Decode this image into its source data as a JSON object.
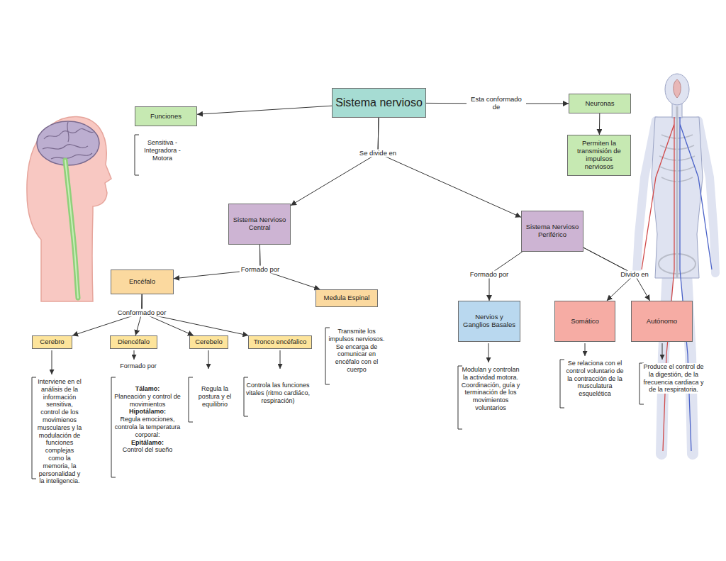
{
  "diagram": {
    "nodes": [
      {
        "text": [
          "Sistema nervioso"
        ]
      },
      {
        "text": [
          "Funciones"
        ]
      },
      {
        "text": [
          "Neuronas"
        ]
      },
      {
        "text": [
          "Permiten la transmisión de impulsos nerviosos"
        ]
      },
      {
        "text": [
          "Sistema Nervioso Central"
        ]
      },
      {
        "text": [
          "Sistema Nervioso Periférico"
        ]
      },
      {
        "text": [
          "Encéfalo"
        ]
      },
      {
        "text": [
          "Medula Espinal"
        ]
      },
      {
        "text": [
          "Nervios y Ganglios Basales"
        ]
      },
      {
        "text": [
          "Somático"
        ]
      },
      {
        "text": [
          "Autónomo"
        ]
      },
      {
        "text": [
          "Cerebro"
        ]
      },
      {
        "text": [
          "Diencéfalo"
        ]
      },
      {
        "text": [
          "Cerebelo"
        ]
      },
      {
        "text": [
          "Tronco encéfalico"
        ]
      }
    ],
    "edges": [
      {
        "from": 0,
        "to": 1,
        "arrow": "to"
      },
      {
        "from": 0,
        "to": 2,
        "label": "Esta conformado de",
        "arrow": "to"
      },
      {
        "from": 2,
        "to": 3,
        "arrow": "to"
      },
      {
        "from": 0,
        "to": 4,
        "label": "Se divide en",
        "arrow": "to"
      },
      {
        "from": 0,
        "to": 5,
        "arrow": "to"
      },
      {
        "from": 4,
        "to": 6,
        "label": "Formado por",
        "arrow": "to"
      },
      {
        "from": 4,
        "to": 7,
        "arrow": "to"
      },
      {
        "from": 6,
        "to": 11,
        "label": "Conformado por",
        "arrow": "to"
      },
      {
        "from": 6,
        "to": 12,
        "arrow": "to"
      },
      {
        "from": 6,
        "to": 13,
        "arrow": "to"
      },
      {
        "from": 6,
        "to": 14,
        "arrow": "to"
      },
      {
        "from": 5,
        "to": 8,
        "label": "Formado por",
        "arrow": "to"
      },
      {
        "from": 5,
        "to": 9,
        "label": "Divido en",
        "arrow": "to"
      },
      {
        "from": 5,
        "to": 10,
        "arrow": "to"
      }
    ],
    "labels": [
      "Sensitiva -Integradora -Motora",
      "Interviene en el análisis de la información sensitiva, control de los movimienos musculares y la modulación de funciones complejas como la memoria, la personalidad y la inteligencia.",
      "Formado por",
      "Tálamo:",
      "Planeación y control de movimientos",
      "Hipotálamo:",
      "Regula emociones, controla la temperatura corporal:",
      "Epitálamo:",
      "Control del sueño",
      "Regula la postura y el equilibrio",
      "Controla las funciones vitales (ritmo cardiáco, respiración)",
      "Transmite los impulsos nerviosos. Se encarga de comunicar en encéfalo con el cuerpo",
      "Modulan y controlan la actividad motora. Coordinación, guía y terminación de los movimientos voluntarios",
      "Se relaciona con el control voluntario de la contracción de la musculatura esquelética",
      "Produce el control de la digestión, de la frecuencia cardiaca y de la respiratoria."
    ]
  }
}
